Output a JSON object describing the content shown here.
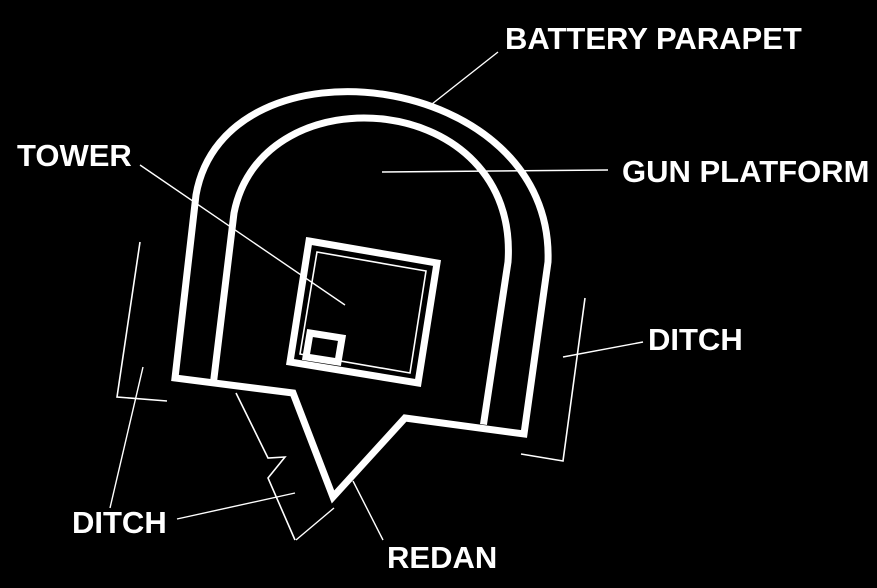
{
  "labels": {
    "battery_parapet": "BATTERY PARAPET",
    "gun_platform": "GUN PLATFORM",
    "tower": "TOWER",
    "ditch_right": "DITCH",
    "ditch_left": "DITCH",
    "redan": "REDAN"
  },
  "colors": {
    "background": "#000000",
    "lines": "#ffffff"
  }
}
